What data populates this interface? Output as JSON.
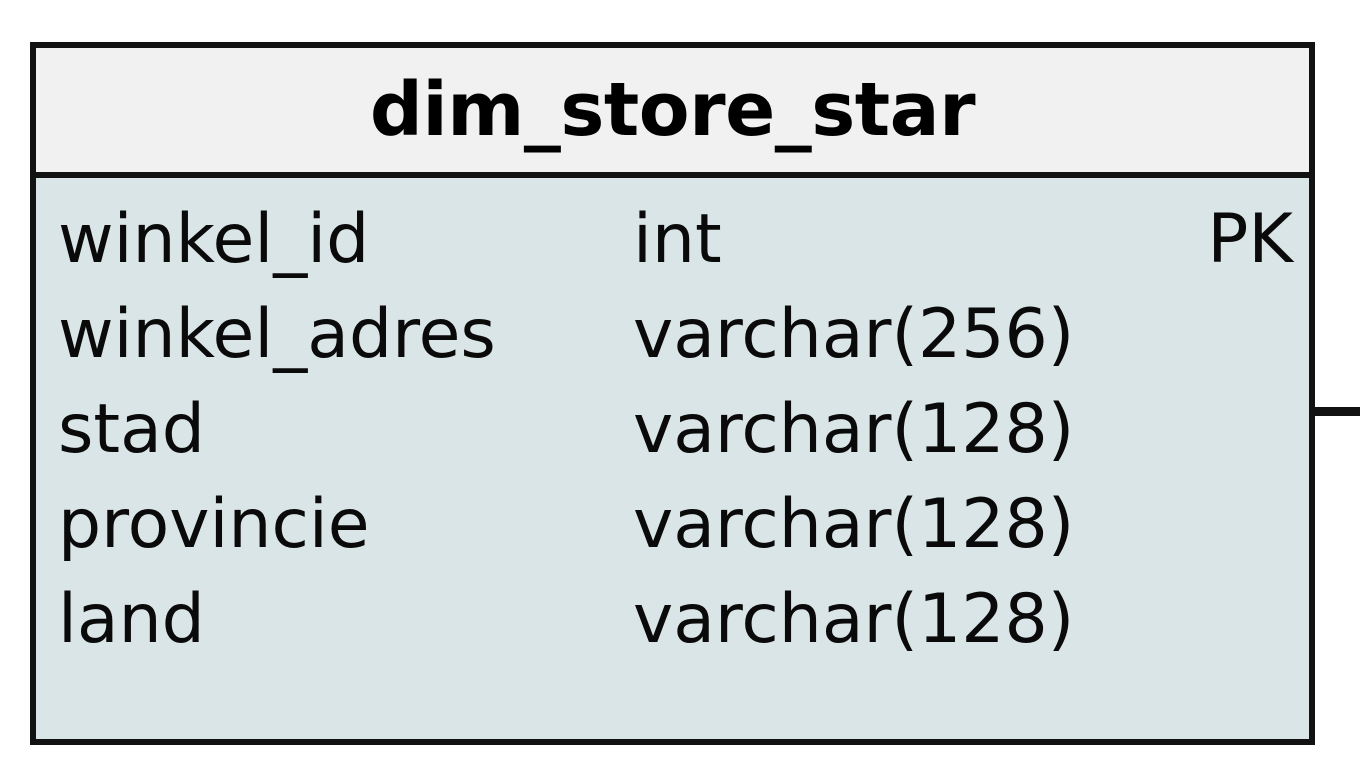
{
  "diagram": {
    "kind": "er-entity",
    "colors": {
      "border": "#121212",
      "header_bg": "#f1f1f1",
      "body_bg": "#dae5e8",
      "text": "#0a0a0a",
      "page_bg": "#ffffff"
    }
  },
  "entity": {
    "name": "dim_store_star",
    "fields": [
      {
        "name": "winkel_id",
        "type": "int",
        "key": "PK"
      },
      {
        "name": "winkel_adres",
        "type": "varchar(256)",
        "key": ""
      },
      {
        "name": "stad",
        "type": "varchar(128)",
        "key": ""
      },
      {
        "name": "provincie",
        "type": "varchar(128)",
        "key": ""
      },
      {
        "name": "land",
        "type": "varchar(128)",
        "key": ""
      }
    ]
  },
  "connector": {
    "label": "relationship-line-right"
  }
}
